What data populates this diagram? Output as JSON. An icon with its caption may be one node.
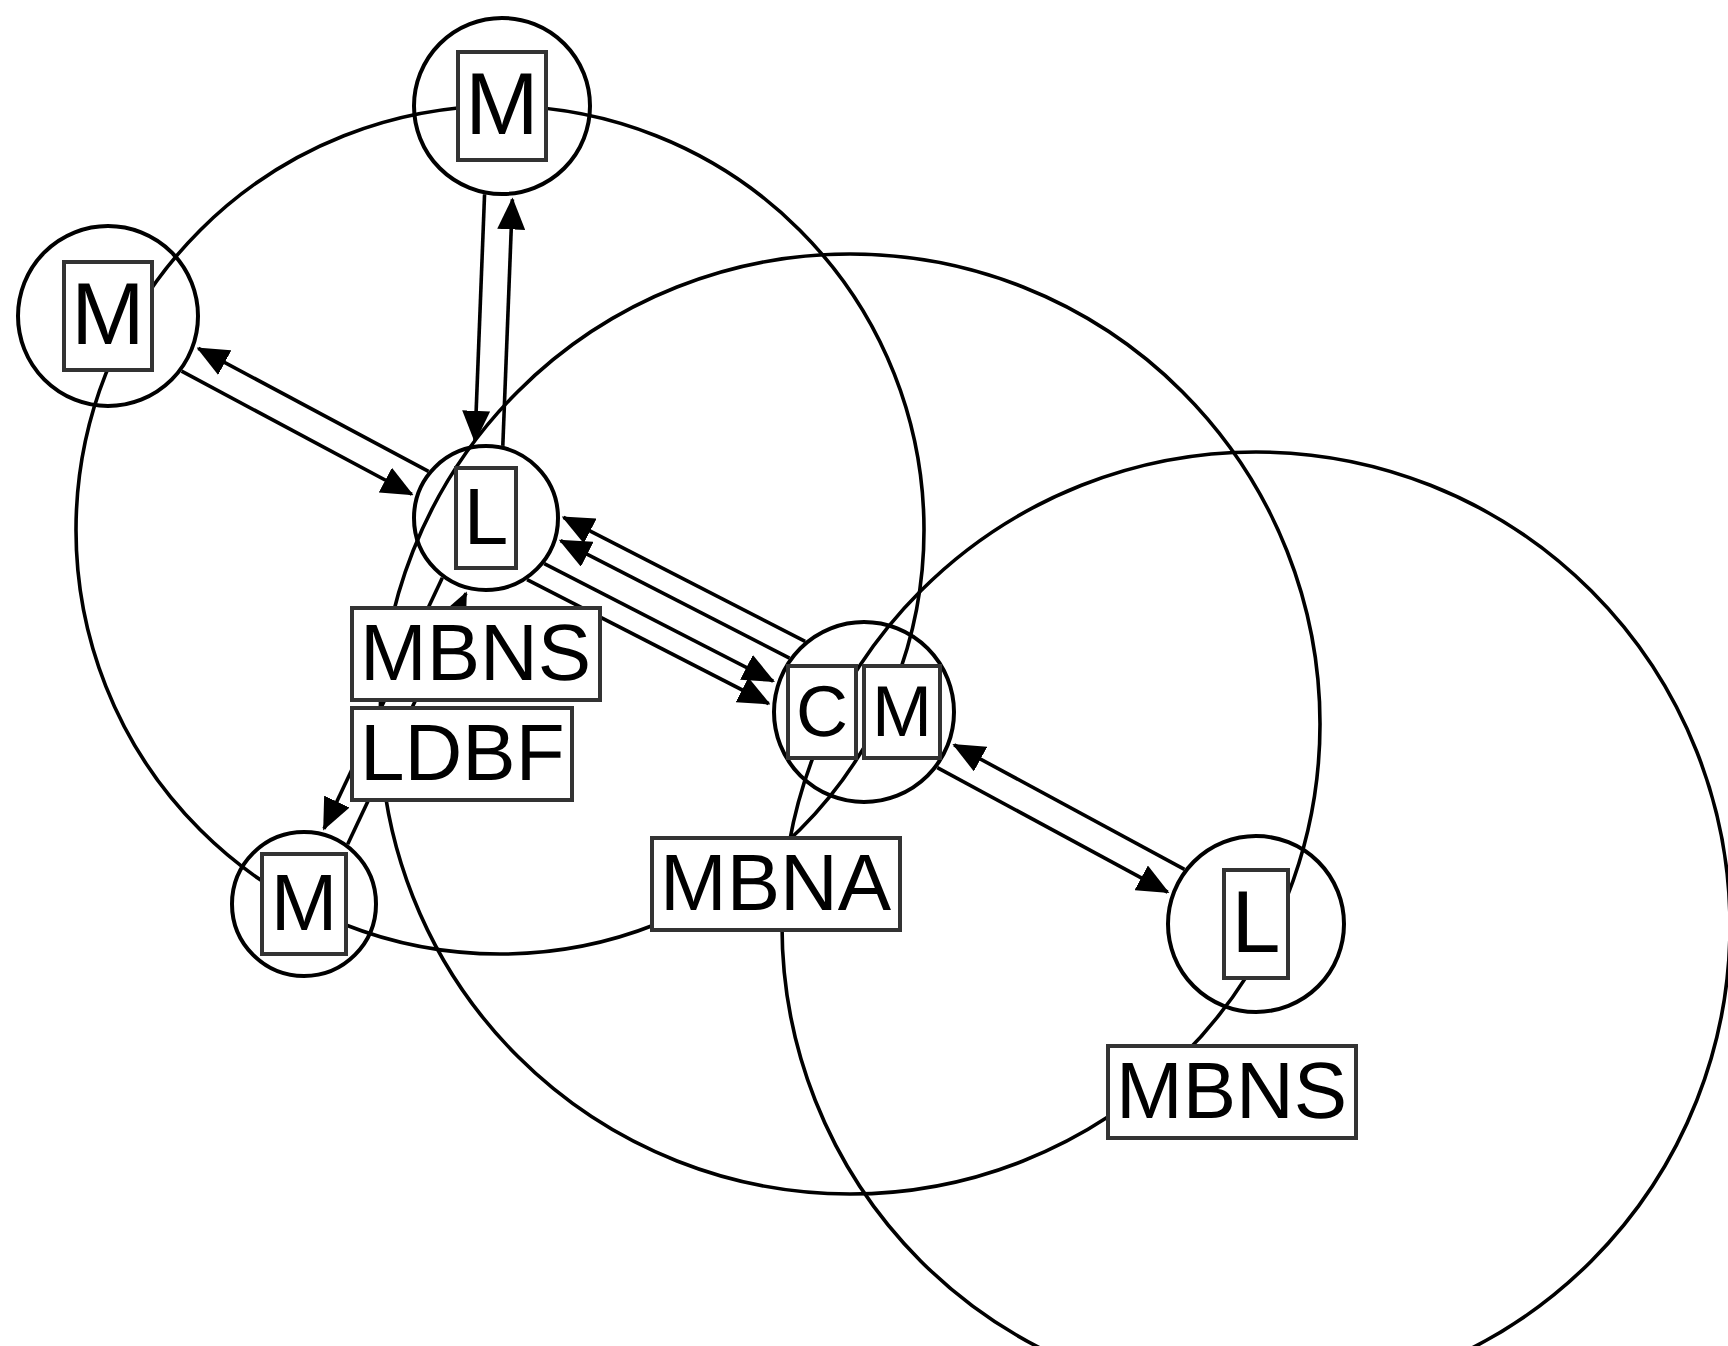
{
  "diagram": {
    "nodes": [
      {
        "text": [
          "M"
        ]
      },
      {
        "text": [
          "M"
        ]
      },
      {
        "text": [
          "L"
        ],
        "beside": [
          "MBNS",
          "LDBF"
        ]
      },
      {
        "text": [
          "C",
          "M"
        ],
        "beside": [
          "MBNA"
        ]
      },
      {
        "text": [
          "M"
        ]
      },
      {
        "text": [
          "L"
        ],
        "beside": [
          "MBNS"
        ]
      }
    ],
    "edges": [
      {
        "from": 2,
        "to": 0,
        "arrow": "to"
      },
      {
        "from": 0,
        "to": 2,
        "arrow": "to"
      },
      {
        "from": 1,
        "to": 2,
        "arrow": "to"
      },
      {
        "from": 2,
        "to": 1,
        "arrow": "to"
      },
      {
        "from": 2,
        "to": 3,
        "arrow": "to"
      },
      {
        "from": 3,
        "to": 2,
        "arrow": "to"
      },
      {
        "from": 2,
        "to": 3,
        "arrow": "to"
      },
      {
        "from": 3,
        "to": 2,
        "arrow": "to"
      },
      {
        "from": 4,
        "to": 2,
        "arrow": "to"
      },
      {
        "from": 2,
        "to": 4,
        "arrow": "to"
      },
      {
        "from": 3,
        "to": 5,
        "arrow": "to"
      },
      {
        "from": 5,
        "to": 3,
        "arrow": "to"
      }
    ]
  }
}
